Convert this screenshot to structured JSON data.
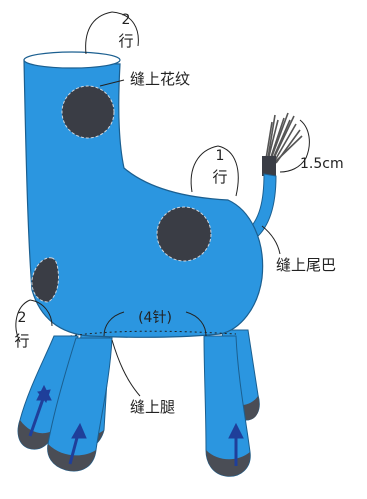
{
  "labels": {
    "neck_rows_num": "2",
    "neck_rows_unit": "行",
    "sew_pattern": "缝上花纹",
    "back_rows_num": "1",
    "back_rows_unit": "行",
    "tail_len": "1.5cm",
    "sew_tail": "缝上尾巴",
    "chest_rows_num": "2",
    "chest_rows_unit": "行",
    "stitches": "(4针)",
    "sew_legs": "缝上腿"
  },
  "colors": {
    "body": "#2b96e0",
    "spot": "#3a3d45",
    "hoof": "#4a4d55",
    "arrow": "#1f3f9a",
    "tail": "#555555",
    "line": "#222222"
  }
}
